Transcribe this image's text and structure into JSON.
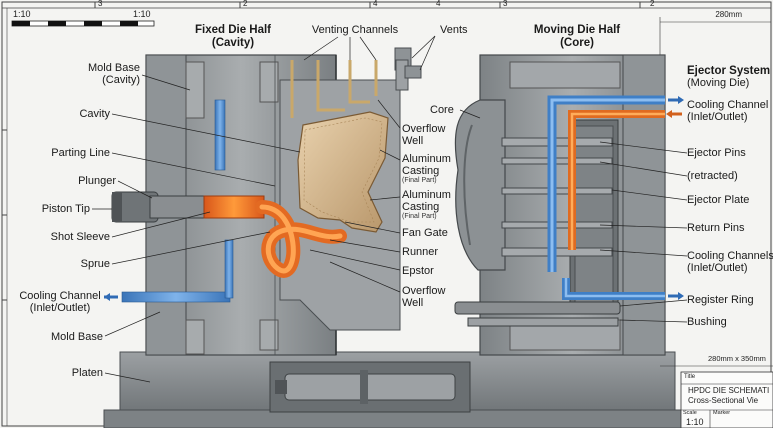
{
  "ruler": {
    "scale_left": "1:10",
    "scale_right": "1:10",
    "dimension_top": "280mm",
    "numbers": [
      "3",
      "2",
      "4",
      "3",
      "4",
      "2"
    ]
  },
  "headings": {
    "fixed_title": "Fixed Die Half",
    "fixed_sub": "(Cavity)",
    "moving_title": "Moving Die Half",
    "moving_sub": "(Core)",
    "ejector_title": "Ejector System",
    "ejector_sub": "(Moving Die)"
  },
  "labels": {
    "venting_channels": "Venting Channels",
    "vents": "Vents",
    "mold_base_cavity_1": "Mold Base",
    "mold_base_cavity_2": "(Cavity)",
    "cavity": "Cavity",
    "parting_line": "Parting Line",
    "plunger": "Plunger",
    "piston_tip": "Piston Tip",
    "shot_sleeve": "Shot Sleeve",
    "sprue": "Sprue",
    "cooling_left_1": "Cooling Channel",
    "cooling_left_2": "(Inlet/Outlet)",
    "mold_base": "Mold Base",
    "platen": "Platen",
    "core": "Core",
    "overflow_well_1": "Overflow",
    "overflow_well_2": "Well",
    "alu_casting_1": "Aluminum",
    "alu_casting_2": "Casting",
    "alu_final_1": "(Final Part)",
    "alu_casting_b1": "Aluminum",
    "alu_casting_b2": "Casting",
    "alu_final_2": "(Final Part)",
    "fan_gate": "Fan Gate",
    "runner": "Runner",
    "epstor": "Epstor",
    "overflow_well_b1": "Overflow",
    "overflow_well_b2": "Well",
    "cooling_right_1": "Cooling Channel",
    "cooling_right_2": "(Inlet/Outlet)",
    "ejector_pins": "Ejector Pins",
    "retracted": "(retracted)",
    "ejector_plate": "Ejector Plate",
    "return_pins": "Return Pins",
    "cooling_channels_1": "Cooling Channels",
    "cooling_channels_2": "(Inlet/Outlet)",
    "register_ring": "Register Ring",
    "bushing": "Bushing"
  },
  "title_block": {
    "dimension": "280mm x 350mm",
    "title_label": "Title",
    "title_1": "HPDC DIE SCHEMATI",
    "title_2": "Cross-Sectional Vie",
    "scale_label": "Scale",
    "scale_value": "1:10",
    "marker": "Marker"
  },
  "colors": {
    "steel": "#8e9396",
    "steel_dark": "#5f6467",
    "casting": "#d9b98c",
    "molten": "#f07a22",
    "coolant": "#4f8fd6"
  }
}
